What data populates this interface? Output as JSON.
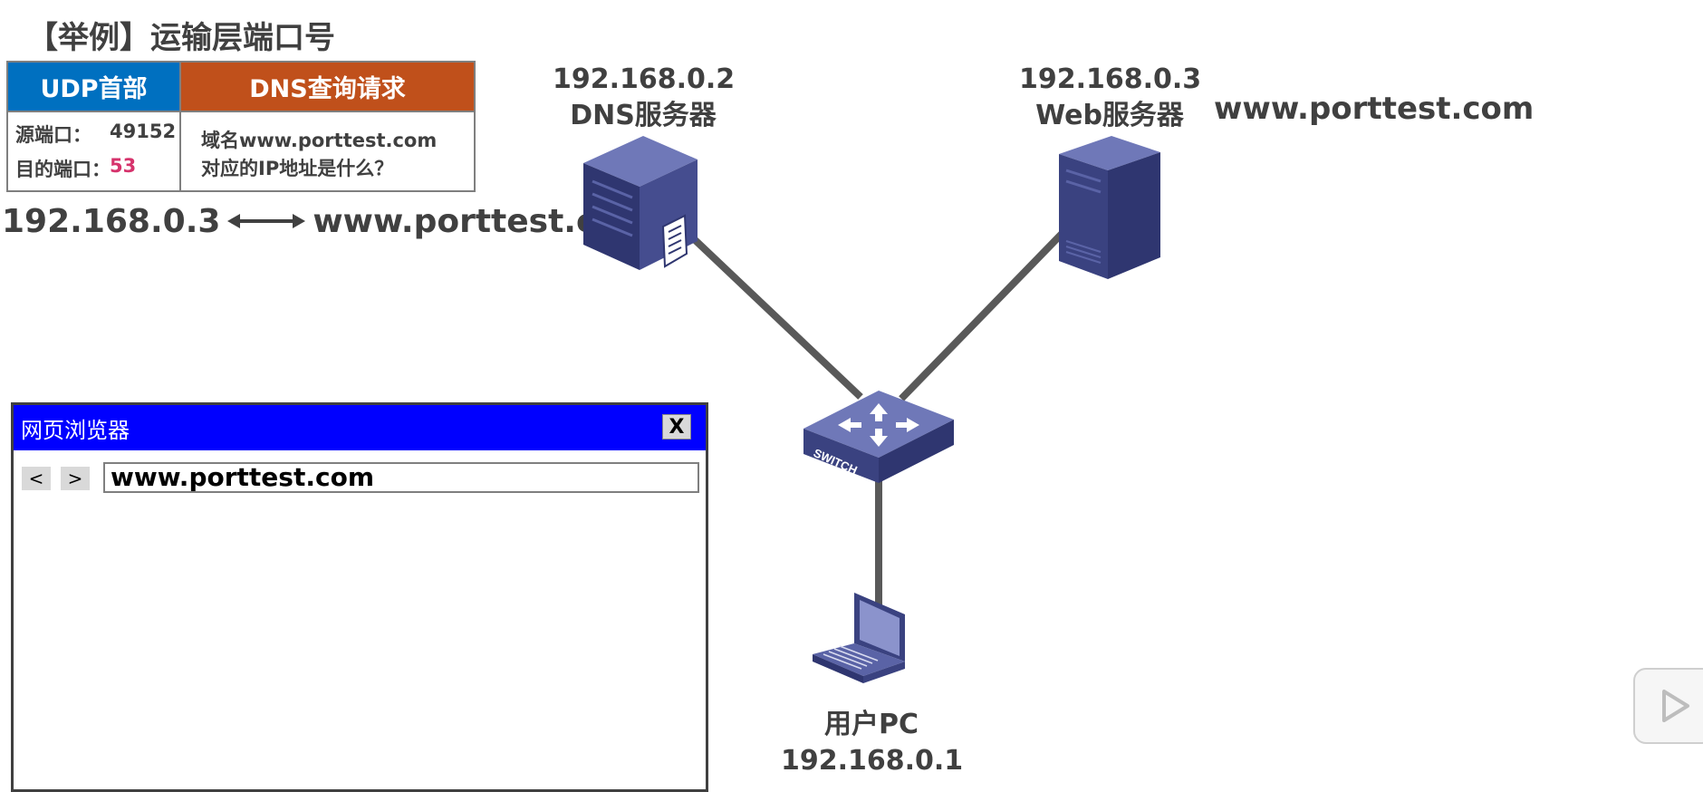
{
  "title": "【举例】运输层端口号",
  "packet": {
    "udp_header_label": "UDP首部",
    "dns_query_label": "DNS查询请求",
    "src_port_label": "源端口：",
    "src_port_value": "49152",
    "dst_port_label": "目的端口：",
    "dst_port_value": "53",
    "query_line1": "域名www.porttest.com",
    "query_line2": "对应的IP地址是什么？"
  },
  "mapping": {
    "ip": "192.168.0.3",
    "domain": "www.porttest.com"
  },
  "nodes": {
    "dns_server": {
      "ip": "192.168.0.2",
      "label": "DNS服务器"
    },
    "web_server": {
      "ip": "192.168.0.3",
      "label": "Web服务器",
      "domain": "www.porttest.com"
    },
    "switch": {
      "label": "SWITCH"
    },
    "user_pc": {
      "label": "用户PC",
      "ip": "192.168.0.1"
    }
  },
  "browser": {
    "title": "网页浏览器",
    "close_label": "X",
    "back_label": "<",
    "forward_label": ">",
    "url": "www.porttest.com"
  },
  "colors": {
    "udp_header": "#0070c0",
    "dns_query": "#c0501b",
    "browser_title_bar": "#0000ff",
    "port_highlight": "#d6336c",
    "link": "#595959",
    "device": "#3f4886"
  },
  "icons": [
    "dns-server-icon",
    "web-server-icon",
    "switch-icon",
    "laptop-icon",
    "double-arrow-icon",
    "play-icon"
  ]
}
